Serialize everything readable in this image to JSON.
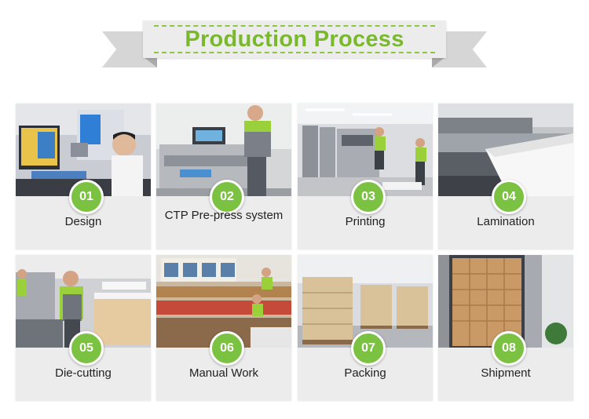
{
  "header": {
    "title": "Production Process"
  },
  "colors": {
    "accent": "#7cc242",
    "title": "#7ab82e",
    "card": "#ececec",
    "ribbon": "#ececec"
  },
  "steps": [
    {
      "number": "01",
      "label": "Design",
      "icon": "design-workstation"
    },
    {
      "number": "02",
      "label": "CTP Pre-press system",
      "icon": "ctp-machine"
    },
    {
      "number": "03",
      "label": "Printing",
      "icon": "printing-press"
    },
    {
      "number": "04",
      "label": "Lamination",
      "icon": "laminator"
    },
    {
      "number": "05",
      "label": "Die-cutting",
      "icon": "die-cutter"
    },
    {
      "number": "06",
      "label": "Manual Work",
      "icon": "assembly-line"
    },
    {
      "number": "07",
      "label": "Packing",
      "icon": "pallet-stacks"
    },
    {
      "number": "08",
      "label": "Shipment",
      "icon": "shipping-container"
    }
  ]
}
